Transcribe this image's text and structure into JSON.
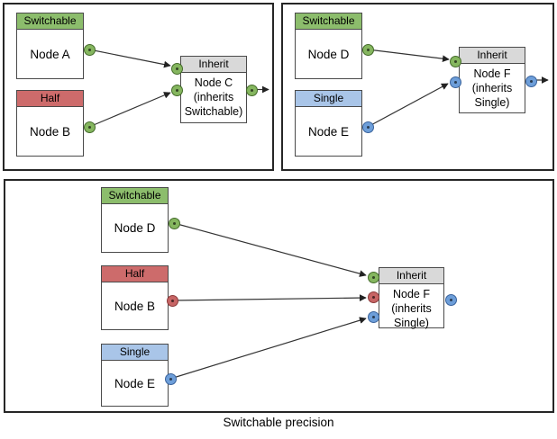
{
  "caption": "Switchable precision",
  "colors": {
    "header_switchable": "#8cbd6c",
    "header_half": "#cd6b6b",
    "header_single": "#a9c5e8",
    "header_inherit": "#d9d9d9",
    "port_switchable": "#85b65f",
    "port_half": "#c76565",
    "port_single": "#6d9ed9",
    "port_border_switchable": "#446b2a",
    "port_border_half": "#8c3a3a",
    "port_border_single": "#3a639c"
  },
  "panels": {
    "top_left": {
      "node_a": {
        "header": "Switchable",
        "body": "Node A"
      },
      "node_b": {
        "header": "Half",
        "body": "Node B"
      },
      "node_c": {
        "header": "Inherit",
        "body": "Node C (inherits Switchable)"
      },
      "connections": [
        "Node A output -> Node C input 1",
        "Node B output -> Node C input 2",
        "Node C output -> out arrow"
      ]
    },
    "top_right": {
      "node_d": {
        "header": "Switchable",
        "body": "Node D"
      },
      "node_e": {
        "header": "Single",
        "body": "Node E"
      },
      "node_f": {
        "header": "Inherit",
        "body": "Node F (inherits Single)"
      },
      "connections": [
        "Node D output -> Node F input 1",
        "Node E output -> Node F input 2",
        "Node F output -> out arrow"
      ]
    },
    "bottom": {
      "node_d": {
        "header": "Switchable",
        "body": "Node D"
      },
      "node_b": {
        "header": "Half",
        "body": "Node B"
      },
      "node_e": {
        "header": "Single",
        "body": "Node E"
      },
      "node_f": {
        "header": "Inherit",
        "body": "Node F (inherits Single)"
      },
      "connections": [
        "Node D output -> Node F input 1 (green)",
        "Node B output -> Node F input 2 (red)",
        "Node E output -> Node F input 3 (blue)"
      ]
    }
  }
}
